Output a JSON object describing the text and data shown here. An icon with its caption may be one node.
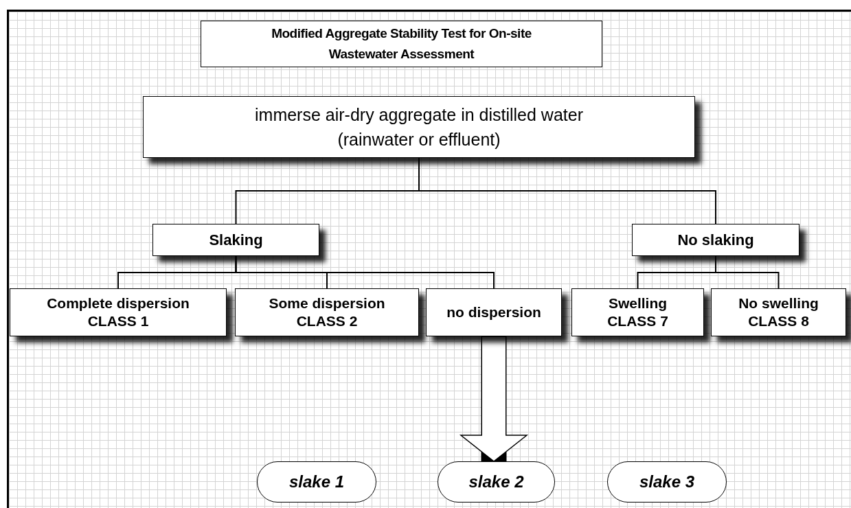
{
  "diagram": {
    "nodes": [
      {
        "text": [
          "Modified Aggregate Stability Test for On-site Wastewater Assessment"
        ]
      },
      {
        "text": [
          "immerse air-dry aggregate in distilled water (rainwater or effluent)"
        ]
      },
      {
        "text": [
          "Slaking"
        ]
      },
      {
        "text": [
          "No slaking"
        ]
      },
      {
        "text": [
          "Complete dispersion",
          "CLASS  1"
        ]
      },
      {
        "text": [
          "Some dispersion",
          "CLASS 2"
        ]
      },
      {
        "text": [
          "no dispersion"
        ]
      },
      {
        "text": [
          "Swelling",
          "CLASS 7"
        ]
      },
      {
        "text": [
          "No swelling",
          "CLASS 8"
        ]
      },
      {
        "text": [
          "slake 1"
        ]
      },
      {
        "text": [
          "slake 2"
        ]
      },
      {
        "text": [
          "slake 3"
        ]
      }
    ],
    "edges": [
      {
        "from": 1,
        "to": 2,
        "arrow": "none"
      },
      {
        "from": 1,
        "to": 3,
        "arrow": "none"
      },
      {
        "from": 2,
        "to": 4,
        "arrow": "none"
      },
      {
        "from": 2,
        "to": 5,
        "arrow": "none"
      },
      {
        "from": 2,
        "to": 6,
        "arrow": "none"
      },
      {
        "from": 3,
        "to": 7,
        "arrow": "none"
      },
      {
        "from": 3,
        "to": 8,
        "arrow": "none"
      },
      {
        "from": 6,
        "to": 10,
        "arrow": "to",
        "style": "thick"
      }
    ]
  }
}
